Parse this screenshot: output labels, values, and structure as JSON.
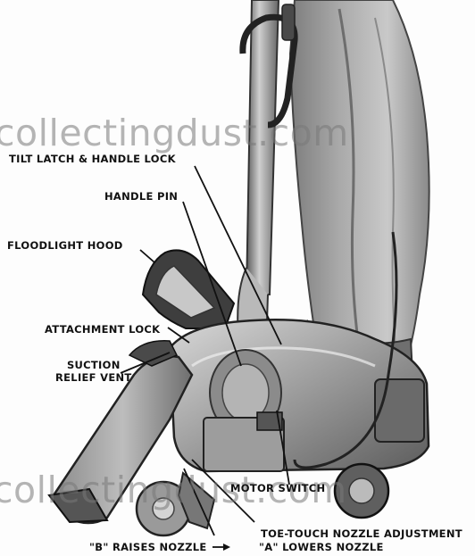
{
  "labels": {
    "tilt_latch": "TILT LATCH & HANDLE LOCK",
    "handle_pin": "HANDLE PIN",
    "floodlight_hood": "FLOODLIGHT HOOD",
    "attachment_lock": "ATTACHMENT LOCK",
    "suction_relief_line1": "SUCTION",
    "suction_relief_line2": "RELIEF VENT",
    "motor_switch": "MOTOR SWITCH",
    "toe_touch": "TOE-TOUCH NOZZLE ADJUSTMENT",
    "b_raises": "\"B\" RAISES NOZZLE",
    "a_lowers": "\"A\" LOWERS NOZZLE"
  },
  "watermark": {
    "top": "collectingdust.com",
    "bottom": "collectingdust.com"
  }
}
